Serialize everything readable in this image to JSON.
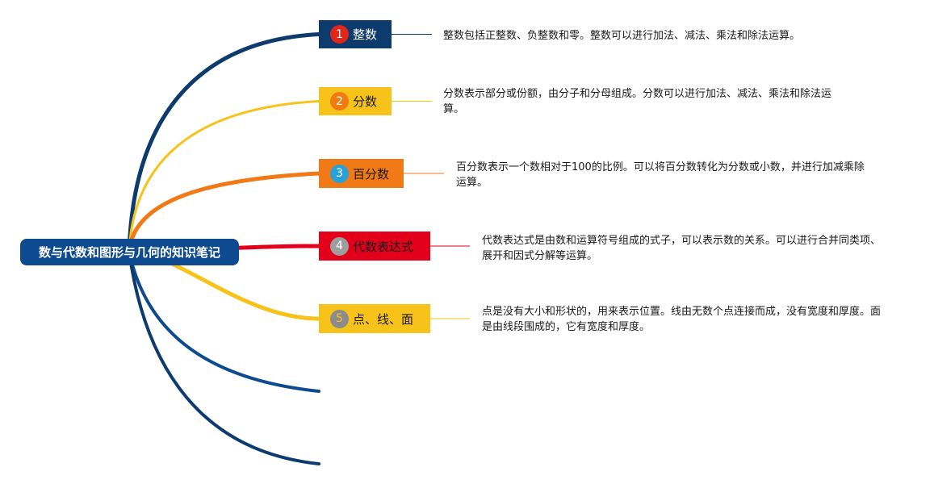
{
  "root": {
    "label": "数与代数和图形与几何的知识笔记"
  },
  "topics": [
    {
      "number": "1",
      "label": "整数",
      "note": "整数包括正整数、负整数和零。整数可以进行加法、减法、乘法和除法运算。",
      "box_color": "#0d3b6e",
      "text_color": "#ffffff",
      "badge_color": "#e1251b",
      "badge_text_color": "#ffffff",
      "branch_color": "#0d3b6e"
    },
    {
      "number": "2",
      "label": "分数",
      "note": "分数表示部分或份额，由分子和分母组成。分数可以进行加法、减法、乘法和除法运算。",
      "box_color": "#f7c31b",
      "text_color": "#1a1a1a",
      "badge_color": "#f07c10",
      "badge_text_color": "#ffffff",
      "branch_color": "#f7c31b"
    },
    {
      "number": "3",
      "label": "百分数",
      "note": "百分数表示一个数相对于100的比例。可以将百分数转化为分数或小数，并进行加减乘除运算。",
      "box_color": "#f17a16",
      "text_color": "#1a1a1a",
      "badge_color": "#2aa0d8",
      "badge_text_color": "#ffffff",
      "branch_color": "#f17a16"
    },
    {
      "number": "4",
      "label": "代数表达式",
      "note": "代数表达式是由数和运算符号组成的式子，可以表示数的关系。可以进行合并同类项、展开和因式分解等运算。",
      "box_color": "#e3001b",
      "text_color": "#1a1a1a",
      "badge_color": "#9e9e9e",
      "badge_text_color": "#ffffff",
      "branch_color": "#e3001b"
    },
    {
      "number": "5",
      "label": "点、线、面",
      "note": "点是没有大小和形状的，用来表示位置。线由无数个点连接而成，没有宽度和厚度。面是由线段围成的，它有宽度和厚度。",
      "box_color": "#f7c31b",
      "text_color": "#1a1a1a",
      "badge_color": "#8c8c8c",
      "badge_text_color": "#f7c31b",
      "branch_color": "#f7c31b"
    }
  ],
  "empty_branches": [
    {
      "color": "#0d4a8f"
    },
    {
      "color": "#0d3b6e"
    }
  ]
}
